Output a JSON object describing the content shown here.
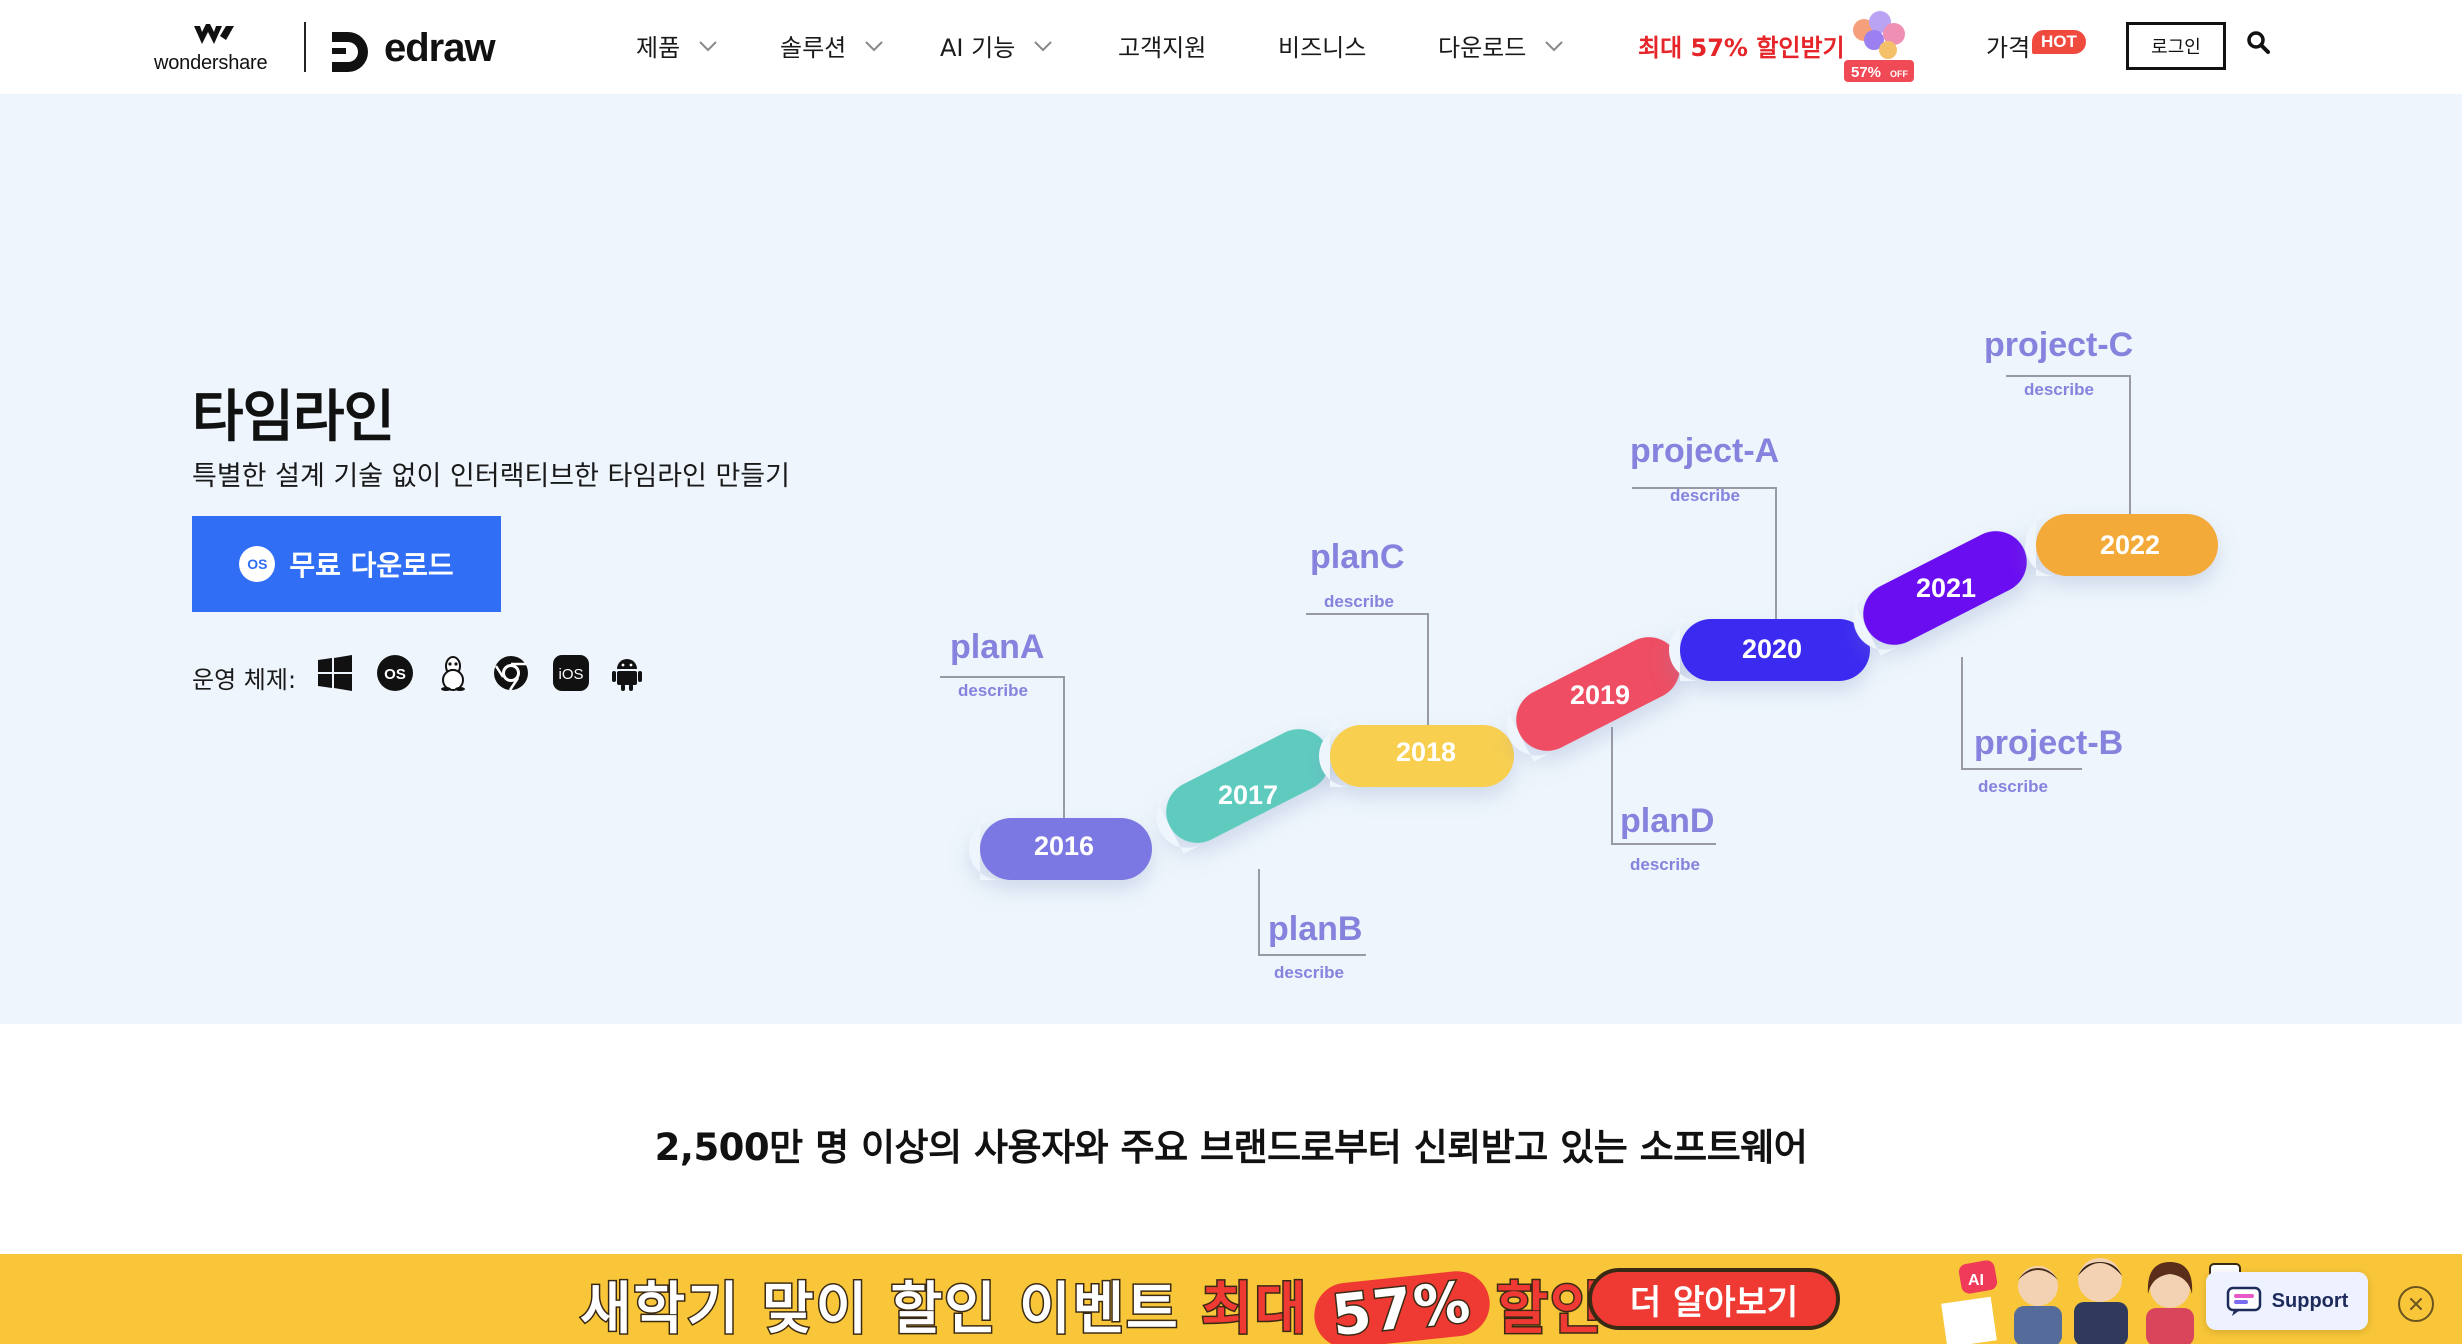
{
  "header": {
    "brand": "wondershare",
    "product": "edraw",
    "nav": [
      {
        "label": "제품",
        "has_dropdown": true
      },
      {
        "label": "솔루션",
        "has_dropdown": true
      },
      {
        "label": "AI 기능",
        "has_dropdown": true
      },
      {
        "label": "고객지원",
        "has_dropdown": false
      },
      {
        "label": "비즈니스",
        "has_dropdown": false
      },
      {
        "label": "다운로드",
        "has_dropdown": true
      }
    ],
    "promo": "최대 57% 할인받기",
    "promo_badge": "57%",
    "promo_badge_off": "OFF",
    "pricing": "가격",
    "hot": "HOT",
    "login": "로그인"
  },
  "hero": {
    "title": "타임라인",
    "subtitle": "특별한 설계 기술 없이 인터랙티브한 타임라인 만들기",
    "download_label": "무료 다운로드",
    "download_icon_text": "OS",
    "os_label": "운영 체제:",
    "os_icons": [
      "windows-icon",
      "macos-icon",
      "linux-icon",
      "chrome-icon",
      "ios-icon",
      "android-icon"
    ],
    "ios_text": "iOS",
    "macos_text": "OS"
  },
  "timeline": {
    "describe": "describe",
    "items": [
      {
        "year": "2016",
        "label": "planA",
        "color": "#7b78e3"
      },
      {
        "year": "2017",
        "label": "planB",
        "color": "#5ecbbf"
      },
      {
        "year": "2018",
        "label": "planC",
        "color": "#f8cf4f"
      },
      {
        "year": "2019",
        "label": "planD",
        "color": "#ee4d63"
      },
      {
        "year": "2020",
        "label": "project-A",
        "color": "#3b2cf0"
      },
      {
        "year": "2021",
        "label": "project-B",
        "color": "#6b11f0"
      },
      {
        "year": "2022",
        "label": "project-C",
        "color": "#f4aa38"
      }
    ]
  },
  "trust": {
    "title": "2,500만 명 이상의 사용자와 주요 브랜드로부터 신뢰받고 있는 소프트웨어"
  },
  "banner": {
    "text_before": "새학기 맞이 할인 이벤트",
    "text_red": "최대",
    "pct": "57%",
    "text_after": "할인",
    "cta": "더 알아보기",
    "ai_tag": "AI",
    "colors": {
      "background": "#f8c638",
      "accent": "#ef3a34"
    }
  },
  "support": {
    "label": "Support"
  }
}
